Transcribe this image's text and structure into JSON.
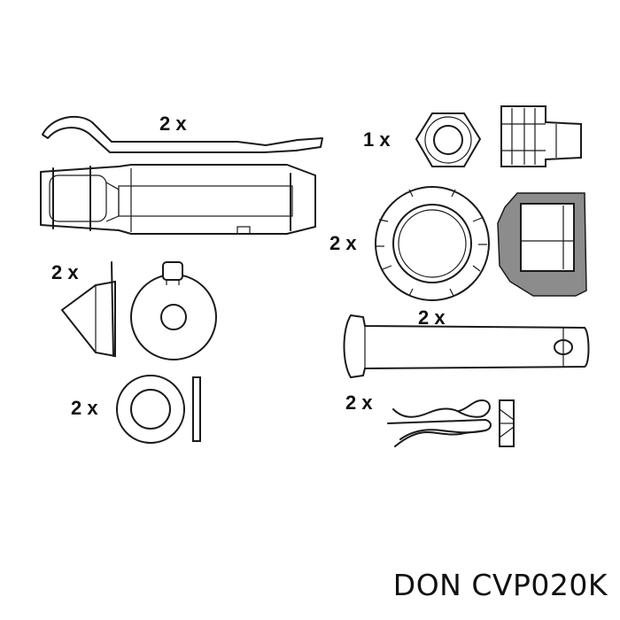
{
  "quantities": {
    "clip_spring": "2 x",
    "nut": "1 x",
    "boot_ring": "2 x",
    "cone_washer": "2 x",
    "flat_washer": "2 x",
    "pin": "2 x",
    "r_clip": "2 x"
  },
  "caption": "DON CVP020K"
}
